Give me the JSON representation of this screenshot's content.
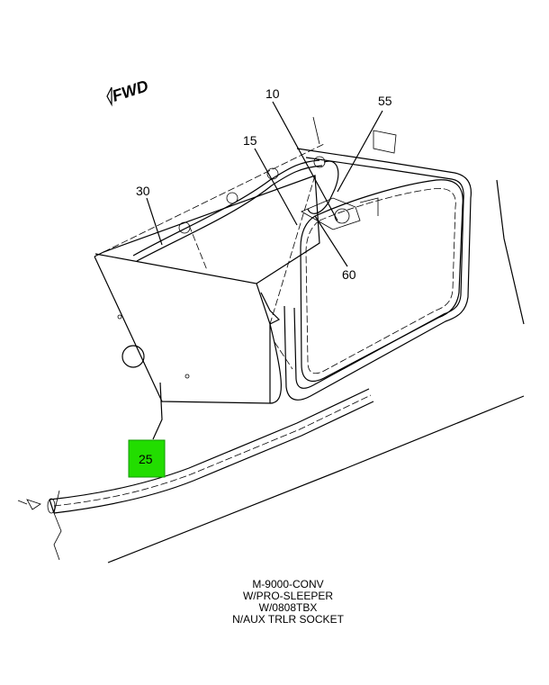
{
  "fwd_indicator": {
    "label": "FWD",
    "icon": "forward-arrow-icon"
  },
  "callouts": [
    {
      "id": "c10",
      "label": "10"
    },
    {
      "id": "c55",
      "label": "55"
    },
    {
      "id": "c15",
      "label": "15"
    },
    {
      "id": "c30",
      "label": "30"
    },
    {
      "id": "c60",
      "label": "60"
    },
    {
      "id": "c25",
      "label": "25",
      "highlight_color": "#22dd00"
    }
  ],
  "caption": {
    "lines": [
      "M-9000-CONV",
      "W/PRO-SLEEPER",
      "W/0808TBX",
      "N/AUX TRLR SOCKET"
    ]
  }
}
